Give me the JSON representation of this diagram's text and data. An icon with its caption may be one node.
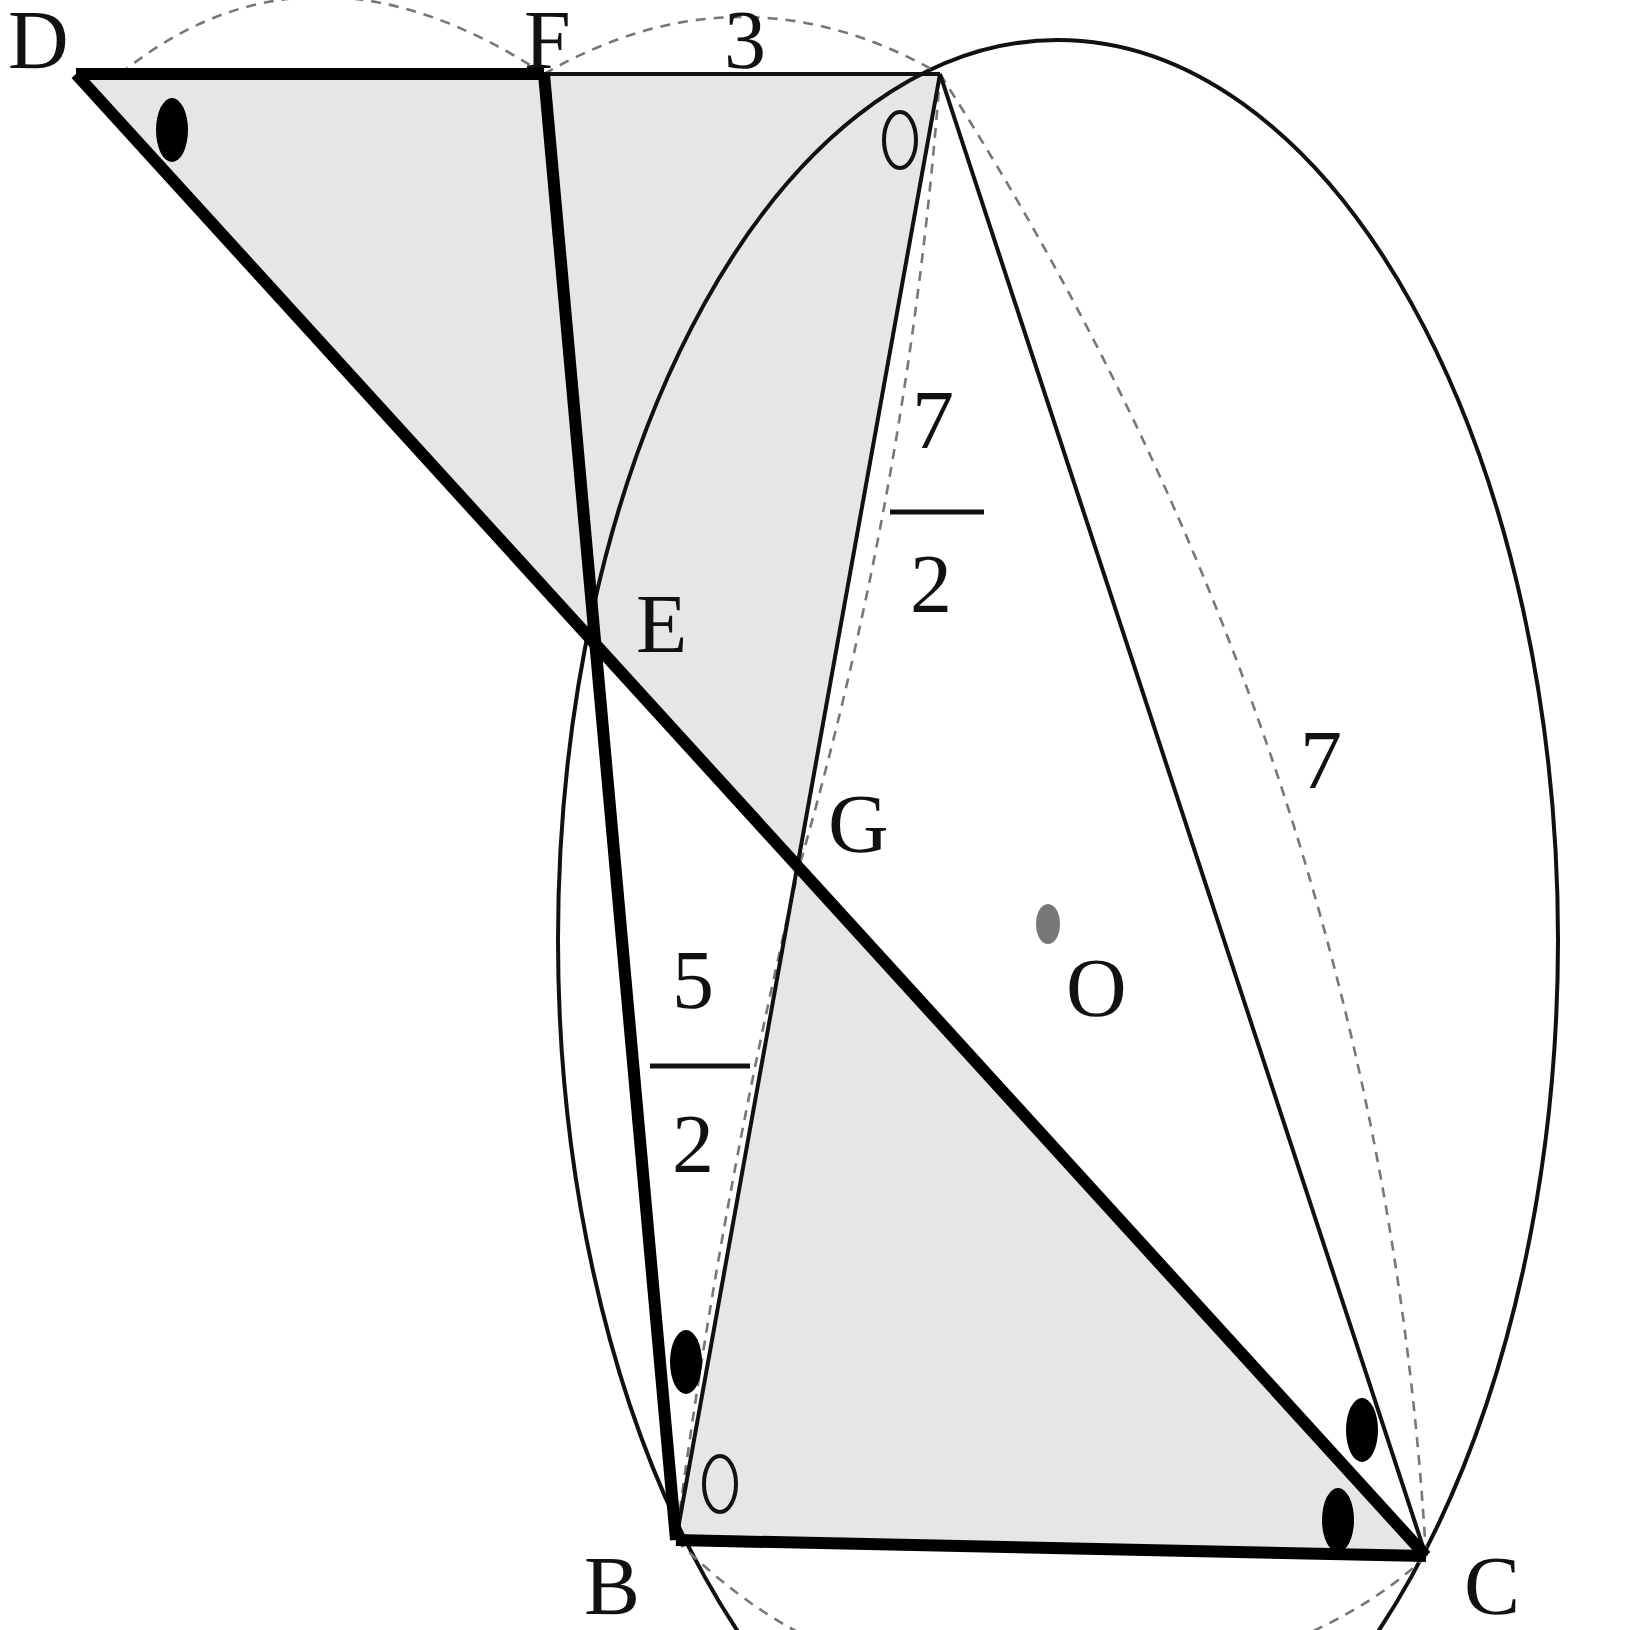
{
  "diagram": {
    "labels": [
      "D",
      "F",
      "3",
      "7",
      "2",
      "E",
      "7",
      "G",
      "5",
      "O",
      "2",
      "B",
      "C"
    ]
  }
}
